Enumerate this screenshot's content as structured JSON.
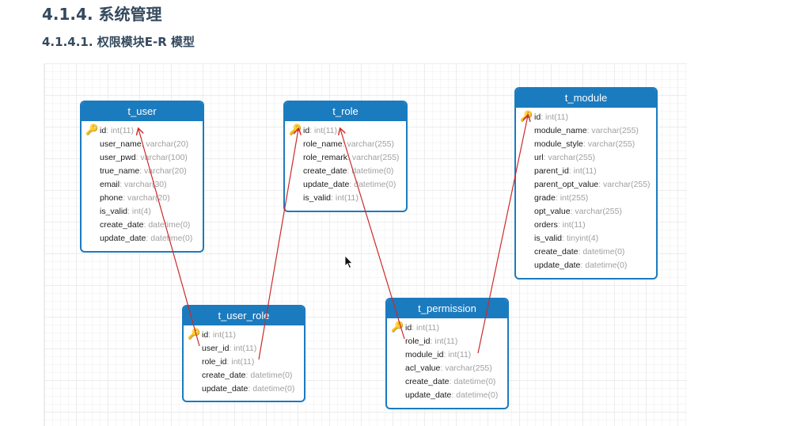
{
  "section_heading": "4.1.4. 系统管理",
  "subsection_heading": "4.1.4.1. 权限模块E-R 模型",
  "colors": {
    "entity_header": "#1b7bbf",
    "relation_line": "#cc2a2a",
    "field_type": "#a0a0a0",
    "key": "#e0a800"
  },
  "entities": {
    "t_user": {
      "name": "t_user",
      "fields": [
        {
          "name": "id",
          "type": "int(11)",
          "pk": true
        },
        {
          "name": "user_name",
          "type": "varchar(20)"
        },
        {
          "name": "user_pwd",
          "type": "varchar(100)"
        },
        {
          "name": "true_name",
          "type": "varchar(20)"
        },
        {
          "name": "email",
          "type": "varchar(30)"
        },
        {
          "name": "phone",
          "type": "varchar(20)"
        },
        {
          "name": "is_valid",
          "type": "int(4)"
        },
        {
          "name": "create_date",
          "type": "datetime(0)"
        },
        {
          "name": "update_date",
          "type": "datetime(0)"
        }
      ]
    },
    "t_role": {
      "name": "t_role",
      "fields": [
        {
          "name": "id",
          "type": "int(11)",
          "pk": true
        },
        {
          "name": "role_name",
          "type": "varchar(255)"
        },
        {
          "name": "role_remark",
          "type": "varchar(255)"
        },
        {
          "name": "create_date",
          "type": "datetime(0)"
        },
        {
          "name": "update_date",
          "type": "datetime(0)"
        },
        {
          "name": "is_valid",
          "type": "int(11)"
        }
      ]
    },
    "t_module": {
      "name": "t_module",
      "fields": [
        {
          "name": "id",
          "type": "int(11)",
          "pk": true
        },
        {
          "name": "module_name",
          "type": "varchar(255)"
        },
        {
          "name": "module_style",
          "type": "varchar(255)"
        },
        {
          "name": "url",
          "type": "varchar(255)"
        },
        {
          "name": "parent_id",
          "type": "int(11)"
        },
        {
          "name": "parent_opt_value",
          "type": "varchar(255)"
        },
        {
          "name": "grade",
          "type": "int(255)"
        },
        {
          "name": "opt_value",
          "type": "varchar(255)"
        },
        {
          "name": "orders",
          "type": "int(11)"
        },
        {
          "name": "is_valid",
          "type": "tinyint(4)"
        },
        {
          "name": "create_date",
          "type": "datetime(0)"
        },
        {
          "name": "update_date",
          "type": "datetime(0)"
        }
      ]
    },
    "t_user_role": {
      "name": "t_user_role",
      "fields": [
        {
          "name": "id",
          "type": "int(11)",
          "pk": true
        },
        {
          "name": "user_id",
          "type": "int(11)"
        },
        {
          "name": "role_id",
          "type": "int(11)"
        },
        {
          "name": "create_date",
          "type": "datetime(0)"
        },
        {
          "name": "update_date",
          "type": "datetime(0)"
        }
      ]
    },
    "t_permission": {
      "name": "t_permission",
      "fields": [
        {
          "name": "id",
          "type": "int(11)",
          "pk": true
        },
        {
          "name": "role_id",
          "type": "int(11)"
        },
        {
          "name": "module_id",
          "type": "int(11)"
        },
        {
          "name": "acl_value",
          "type": "varchar(255)"
        },
        {
          "name": "create_date",
          "type": "datetime(0)"
        },
        {
          "name": "update_date",
          "type": "datetime(0)"
        }
      ]
    }
  },
  "relations": [
    {
      "from": "t_user_role.user_id",
      "to": "t_user.id"
    },
    {
      "from": "t_user_role.role_id",
      "to": "t_role.id"
    },
    {
      "from": "t_permission.role_id",
      "to": "t_role.id"
    },
    {
      "from": "t_permission.module_id",
      "to": "t_module.id"
    }
  ]
}
